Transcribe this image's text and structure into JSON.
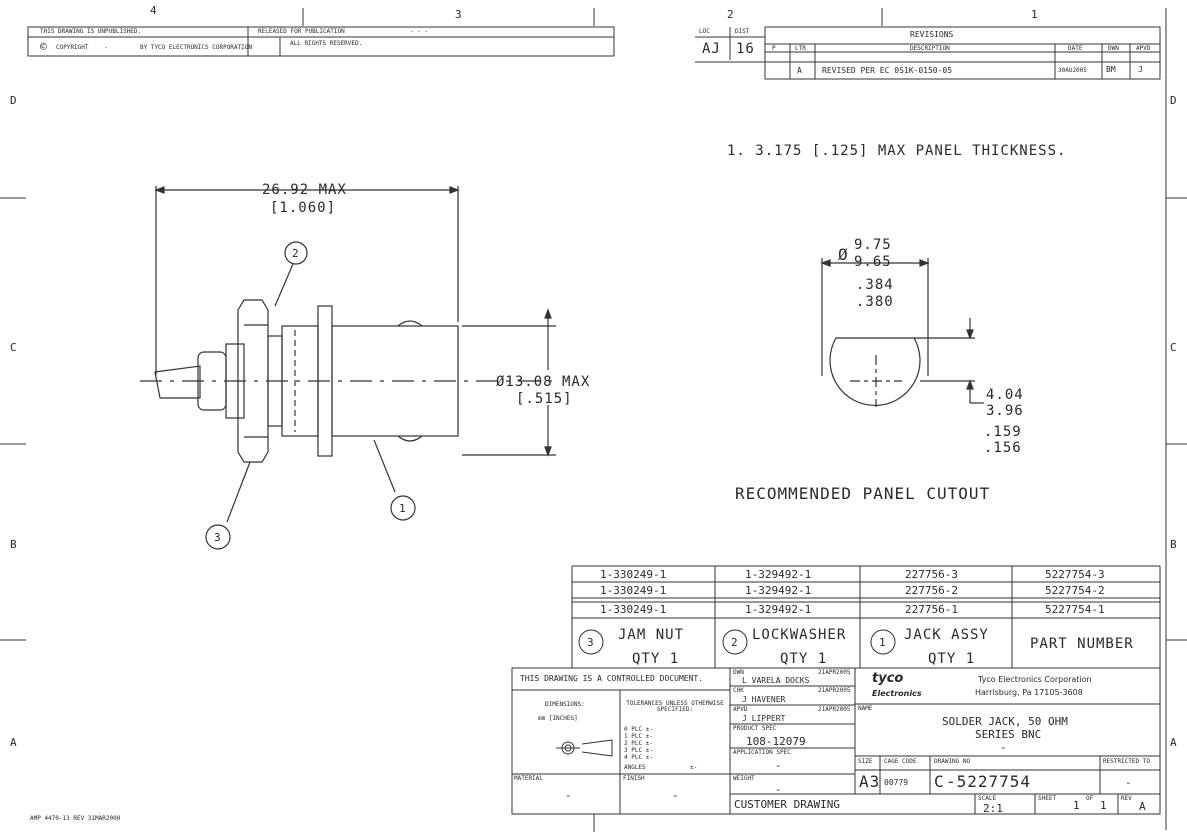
{
  "zones": {
    "top": [
      "4",
      "3",
      "2",
      "1"
    ],
    "side": [
      "D",
      "C",
      "B",
      "A"
    ]
  },
  "top_notice": {
    "unpublished": "THIS DRAWING IS UNPUBLISHED.",
    "released": "RELEASED FOR PUBLICATION",
    "released_dash": "- - -",
    "copyright": "COPYRIGHT",
    "copyright_dash": "-",
    "copyright_by": "BY TYCO ELECTRONICS CORPORATION",
    "rights": "ALL RIGHTS RESERVED."
  },
  "loc_dist": {
    "loc_label": "LOC",
    "loc": "AJ",
    "dist_label": "DIST",
    "dist": "16"
  },
  "revisions": {
    "title": "REVISIONS",
    "headers": [
      "P",
      "LTR",
      "DESCRIPTION",
      "DATE",
      "DWN",
      "APVD"
    ],
    "rows": [
      {
        "ltr": "A",
        "description": "REVISED PER EC 0S1K-0150-05",
        "date": "30AU2005",
        "dwn": "BM",
        "apvd": "J"
      }
    ]
  },
  "note": "1.   3.175 [.125] MAX PANEL THICKNESS.",
  "dimensions": {
    "length_mm": "26.92 MAX",
    "length_in": "[1.060]",
    "dia_mm": "Ø13.08 MAX",
    "dia_in": "[.515]",
    "cut_dia_prefix": "Ø",
    "cut_dia_hi": "9.75",
    "cut_dia_lo": "9.65",
    "cut_in_hi": ".384",
    "cut_in_lo": ".380",
    "flat_hi": "4.04",
    "flat_lo": "3.96",
    "flat_in_hi": ".159",
    "flat_in_lo": ".156"
  },
  "balloons": [
    "1",
    "2",
    "3"
  ],
  "cutout_label": "RECOMMENDED PANEL CUTOUT",
  "parts_table": {
    "rows": [
      [
        "1-330249-1",
        "1-329492-1",
        "227756-3",
        "5227754-3"
      ],
      [
        "1-330249-1",
        "1-329492-1",
        "227756-2",
        "5227754-2"
      ],
      [
        "1-330249-1",
        "1-329492-1",
        "227756-1",
        "5227754-1"
      ]
    ],
    "headers": [
      {
        "num": "3",
        "name": "JAM NUT",
        "qty": "QTY 1"
      },
      {
        "num": "2",
        "name": "LOCKWASHER",
        "qty": "QTY 1"
      },
      {
        "num": "1",
        "name": "JACK ASSY",
        "qty": "QTY 1"
      }
    ],
    "part_number_label": "PART NUMBER"
  },
  "title_block": {
    "controlled": "THIS DRAWING IS A CONTROLLED DOCUMENT.",
    "dimensions_label": "DIMENSIONS:",
    "units": "mm [INCHES]",
    "tolerances_label": "TOLERANCES UNLESS OTHERWISE SPECIFIED:",
    "tol_rows": [
      "0 PLC  ±-",
      "1 PLC  ±-",
      "2 PLC  ±-",
      "3 PLC  ±-",
      "4 PLC  ±-"
    ],
    "angles": "ANGLES",
    "angles_tol": "±-",
    "material_label": "MATERIAL",
    "material": "-",
    "finish_label": "FINISH",
    "finish": "-",
    "dwn_label": "DWN",
    "dwn_date": "21APR2005",
    "dwn": "L VARELA DOCKS",
    "chk_label": "CHK",
    "chk_date": "21APR2005",
    "chk": "J HAVENER",
    "apvd_label": "APVD",
    "apvd_date": "21APR2005",
    "apvd": "J LIPPERT",
    "product_spec_label": "PRODUCT SPEC",
    "product_spec": "108-12079",
    "application_spec_label": "APPLICATION SPEC",
    "application_spec": "-",
    "weight_label": "WEIGHT",
    "weight": "-",
    "brand": "tyco",
    "brand_sub": "Electronics",
    "company": "Tyco Electronics Corporation",
    "address": "Harrisburg, Pa 17105-3608",
    "name_label": "NAME",
    "name_line1": "SOLDER JACK, 50 OHM",
    "name_line2": "SERIES BNC",
    "name_line3": "-",
    "size_label": "SIZE",
    "cage_label": "CAGE CODE",
    "dwg_label": "DRAWING NO",
    "restricted_label": "RESTRICTED TO",
    "size": "A3",
    "cage": "00779",
    "dwg_prefix": "C",
    "dwg_no": "-5227754",
    "restricted": "-",
    "customer_drawing": "CUSTOMER DRAWING",
    "scale_label": "SCALE",
    "scale": "2:1",
    "sheet_label": "SHEET",
    "sheet": "1",
    "of_label": "OF",
    "of": "1",
    "rev_label": "REV",
    "rev": "A"
  },
  "footer": "AMP 4470-13 REV 31MAR2000"
}
